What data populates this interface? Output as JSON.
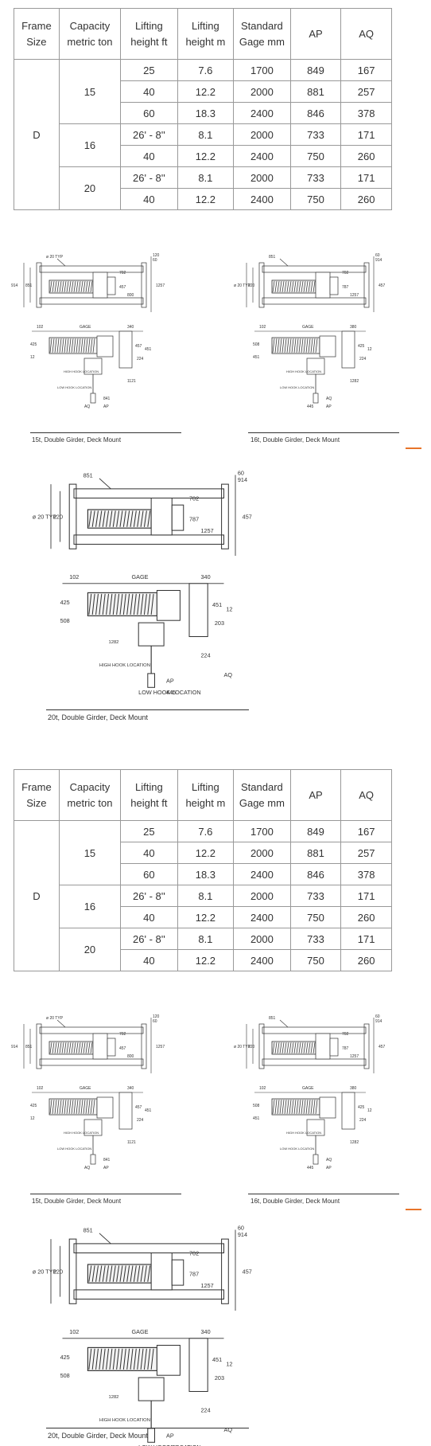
{
  "table": {
    "headers": [
      "Frame Size",
      "Capacity metric ton",
      "Lifting height ft",
      "Lifting height m",
      "Standard Gage mm",
      "AP",
      "AQ"
    ],
    "frame": "D",
    "groups": [
      {
        "capacity": "15",
        "rows": [
          [
            "25",
            "7.6",
            "1700",
            "849",
            "167"
          ],
          [
            "40",
            "12.2",
            "2000",
            "881",
            "257"
          ],
          [
            "60",
            "18.3",
            "2400",
            "846",
            "378"
          ]
        ]
      },
      {
        "capacity": "16",
        "rows": [
          [
            "26' - 8''",
            "8.1",
            "2000",
            "733",
            "171"
          ],
          [
            "40",
            "12.2",
            "2400",
            "750",
            "260"
          ]
        ]
      },
      {
        "capacity": "20",
        "rows": [
          [
            "26' - 8''",
            "8.1",
            "2000",
            "733",
            "171"
          ],
          [
            "40",
            "12.2",
            "2400",
            "750",
            "260"
          ]
        ]
      }
    ]
  },
  "drawings": {
    "d15": {
      "caption": "15t, Double Girder, Deck Mount",
      "labels": [
        "914",
        "851",
        "120",
        "60",
        "ø 20 TYP",
        "702",
        "1257",
        "457",
        "800",
        "102",
        "GAGE",
        "340",
        "425",
        "12",
        "457",
        "451",
        "224",
        "1121",
        "HIGH HOOK LOCATION",
        "LOW HOOK LOCATION",
        "AQ",
        "AP",
        "841"
      ]
    },
    "d16": {
      "caption": "16t, Double Girder, Deck Mount",
      "labels": [
        "ø 20 TYP",
        "120",
        "60",
        "914",
        "851",
        "702",
        "457",
        "787",
        "1257",
        "102",
        "GAGE",
        "380",
        "508",
        "451",
        "425",
        "12",
        "224",
        "1282",
        "HIGH HOOK LOCATION",
        "LOW HOOK LOCATION",
        "445",
        "AP",
        "AQ"
      ]
    },
    "d20": {
      "caption": "20t, Double Girder, Deck Mount",
      "labels": [
        "ø 20 TYP",
        "120",
        "60",
        "914",
        "851",
        "702",
        "457",
        "787",
        "1257",
        "102",
        "GAGE",
        "340",
        "425",
        "508",
        "451",
        "12",
        "203",
        "224",
        "1282",
        "HIGH HOOK LOCATION",
        "LOW HOOK LOCATION",
        "445",
        "AP",
        "AQ"
      ]
    }
  },
  "colors": {
    "border": "#999999",
    "accent": "#e8742a",
    "line": "#333333"
  }
}
